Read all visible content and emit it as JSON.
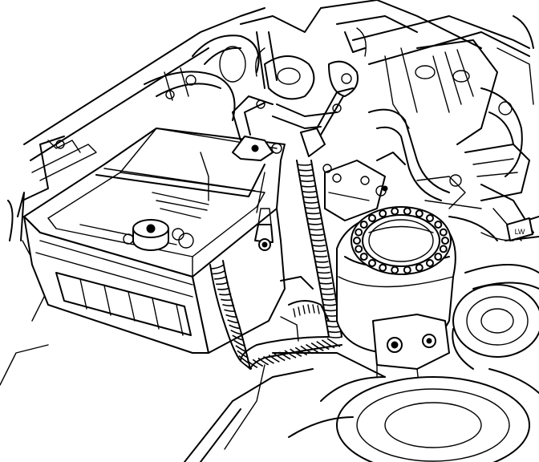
{
  "figure": {
    "kind": "line-art",
    "subject": "engine-bay-battery-and-cable"
  },
  "colors": {
    "ink": "#000000",
    "paper": "#ffffff"
  },
  "labels": {
    "tag_near_right_edge": "LW"
  }
}
